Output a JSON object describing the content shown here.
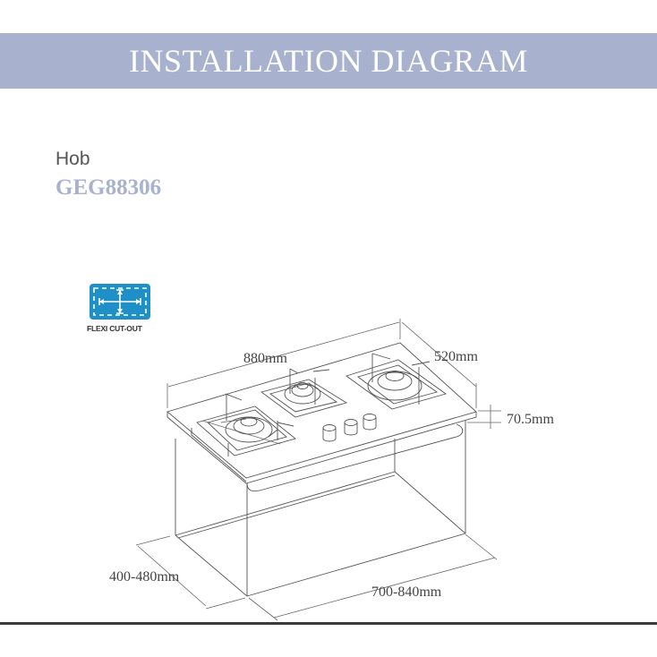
{
  "header": {
    "title": "INSTALLATION DIAGRAM"
  },
  "product": {
    "category": "Hob",
    "model": "GEG88306"
  },
  "badge": {
    "label": "FLEXI CUT-OUT",
    "icon": "flexi-cutout-icon",
    "color": "#1f8fc8"
  },
  "dimensions": {
    "width": "880mm",
    "depth": "520mm",
    "height": "70.5mm",
    "cutout_depth": "400-480mm",
    "cutout_width": "700-840mm"
  },
  "colors": {
    "band": "#a8b1cd",
    "model": "#a8b1cd"
  }
}
